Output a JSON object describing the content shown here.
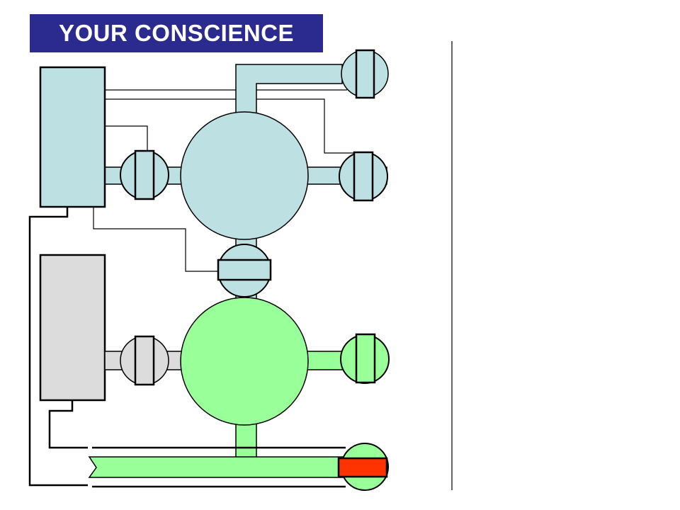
{
  "title": {
    "text": "YOUR CONSCIENCE",
    "background": "#2B2B8F",
    "color": "#FFFFFF"
  },
  "colors": {
    "conscience_blue": "#BDE0E3",
    "healthy_green": "#99FF99",
    "inactive_gray": "#DCDCDC",
    "alarm_red": "#FF3300",
    "stroke": "#000000"
  },
  "components": {
    "upper_tank": "blue-sphere",
    "lower_tank": "green-sphere",
    "upper_controller": "blue-control-box",
    "lower_controller": "gray-control-box",
    "valves": [
      "valve-top-right",
      "valve-upper-left",
      "valve-upper-right",
      "valve-middle",
      "valve-lower-left",
      "valve-lower-right",
      "valve-outlet-red"
    ]
  }
}
